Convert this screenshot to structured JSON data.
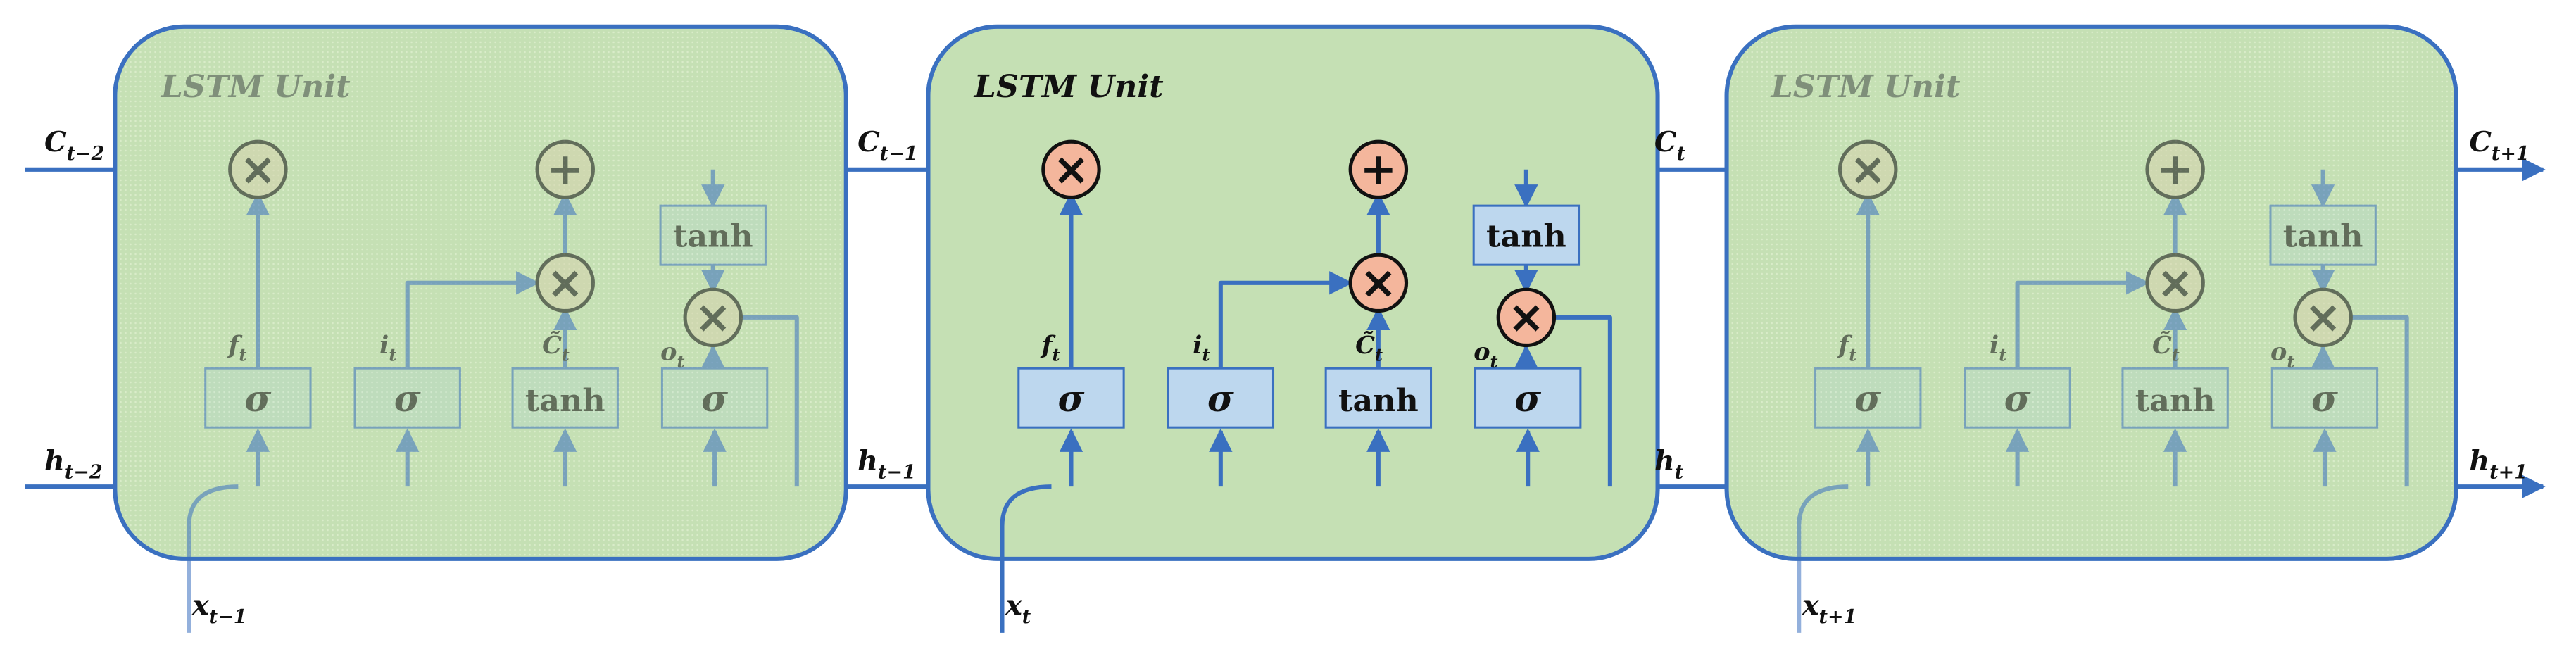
{
  "title": "LSTM Unit",
  "units": [
    {
      "id": "prev",
      "title": "LSTM Unit",
      "cell_in": "C",
      "cell_in_sub": "t−2",
      "hidden_in": "h",
      "hidden_in_sub": "t−2",
      "input": "x",
      "input_sub": "t−1",
      "gate_labels": [
        "f",
        "i",
        "C̃",
        "o"
      ],
      "gate_sub": "t",
      "gate_funcs": [
        "σ",
        "σ",
        "tanh",
        "σ"
      ],
      "cell_tanh": "tanh",
      "ops": [
        "×",
        "+",
        "×",
        "×"
      ]
    },
    {
      "id": "current",
      "title": "LSTM Unit",
      "cell_in": "C",
      "cell_in_sub": "t−1",
      "hidden_in": "h",
      "hidden_in_sub": "t−1",
      "input": "x",
      "input_sub": "t",
      "gate_labels": [
        "f",
        "i",
        "C̃",
        "o"
      ],
      "gate_sub": "t",
      "gate_funcs": [
        "σ",
        "σ",
        "tanh",
        "σ"
      ],
      "cell_tanh": "tanh",
      "ops": [
        "×",
        "+",
        "×",
        "×"
      ]
    },
    {
      "id": "next",
      "title": "LSTM Unit",
      "cell_in": "C",
      "cell_in_sub": "t",
      "hidden_in": "h",
      "hidden_in_sub": "t",
      "input": "x",
      "input_sub": "t+1",
      "gate_labels": [
        "f",
        "i",
        "C̃",
        "o"
      ],
      "gate_sub": "t",
      "gate_funcs": [
        "σ",
        "σ",
        "tanh",
        "σ"
      ],
      "cell_tanh": "tanh",
      "ops": [
        "×",
        "+",
        "×",
        "×"
      ]
    }
  ],
  "outputs": {
    "cell": "C",
    "cell_sub": "t+1",
    "hidden": "h",
    "hidden_sub": "t+1"
  },
  "colors": {
    "line": "#3a70c0",
    "cell_fill": "#c5e0b4",
    "gate_fill": "#bdd7ee",
    "op_fill": "#f4b69c",
    "faded_op_fill": "#d6d3ad",
    "faded_gate_fill": "#c6dfc6"
  }
}
